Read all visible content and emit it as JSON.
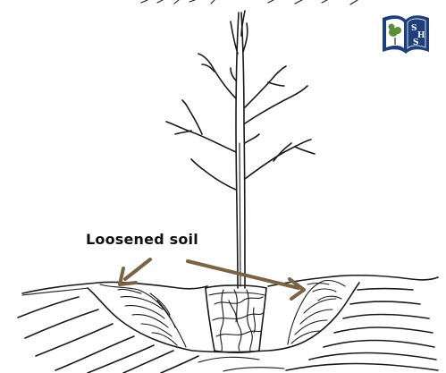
{
  "annotation": {
    "label": "Loosened soil"
  },
  "logo": {
    "letters": [
      "S",
      "H",
      "S"
    ],
    "colors": {
      "book": "#1e3f7a",
      "pages": "#ffffff",
      "tree": "#5c8f3a"
    }
  },
  "colors": {
    "ink": "#1a1a1a",
    "arrow": "#7a6345"
  },
  "icons": [
    "tree-trunk-icon",
    "branches-icon",
    "root-ball-icon",
    "arrow-left-icon",
    "arrow-right-icon",
    "school-logo-icon"
  ]
}
